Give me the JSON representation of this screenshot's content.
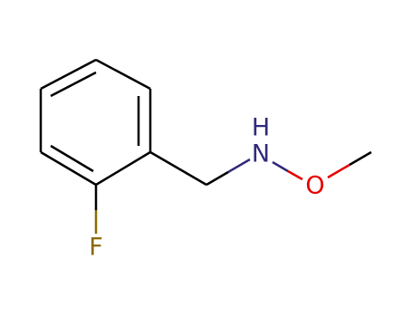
{
  "molecule": {
    "atoms": {
      "nitrogen": {
        "label": "N",
        "color": "#2f2a7a"
      },
      "hydrogen": {
        "label": "H",
        "color": "#2f2a7a"
      },
      "oxygen": {
        "label": "O",
        "color": "#e60000"
      },
      "fluorine": {
        "label": "F",
        "color": "#8a6a00"
      }
    },
    "colors": {
      "bond": "#000000",
      "nitrogen_bond": "#2f2a7a",
      "oxygen_bond": "#e60000",
      "fluorine_bond": "#8a6a00"
    }
  }
}
